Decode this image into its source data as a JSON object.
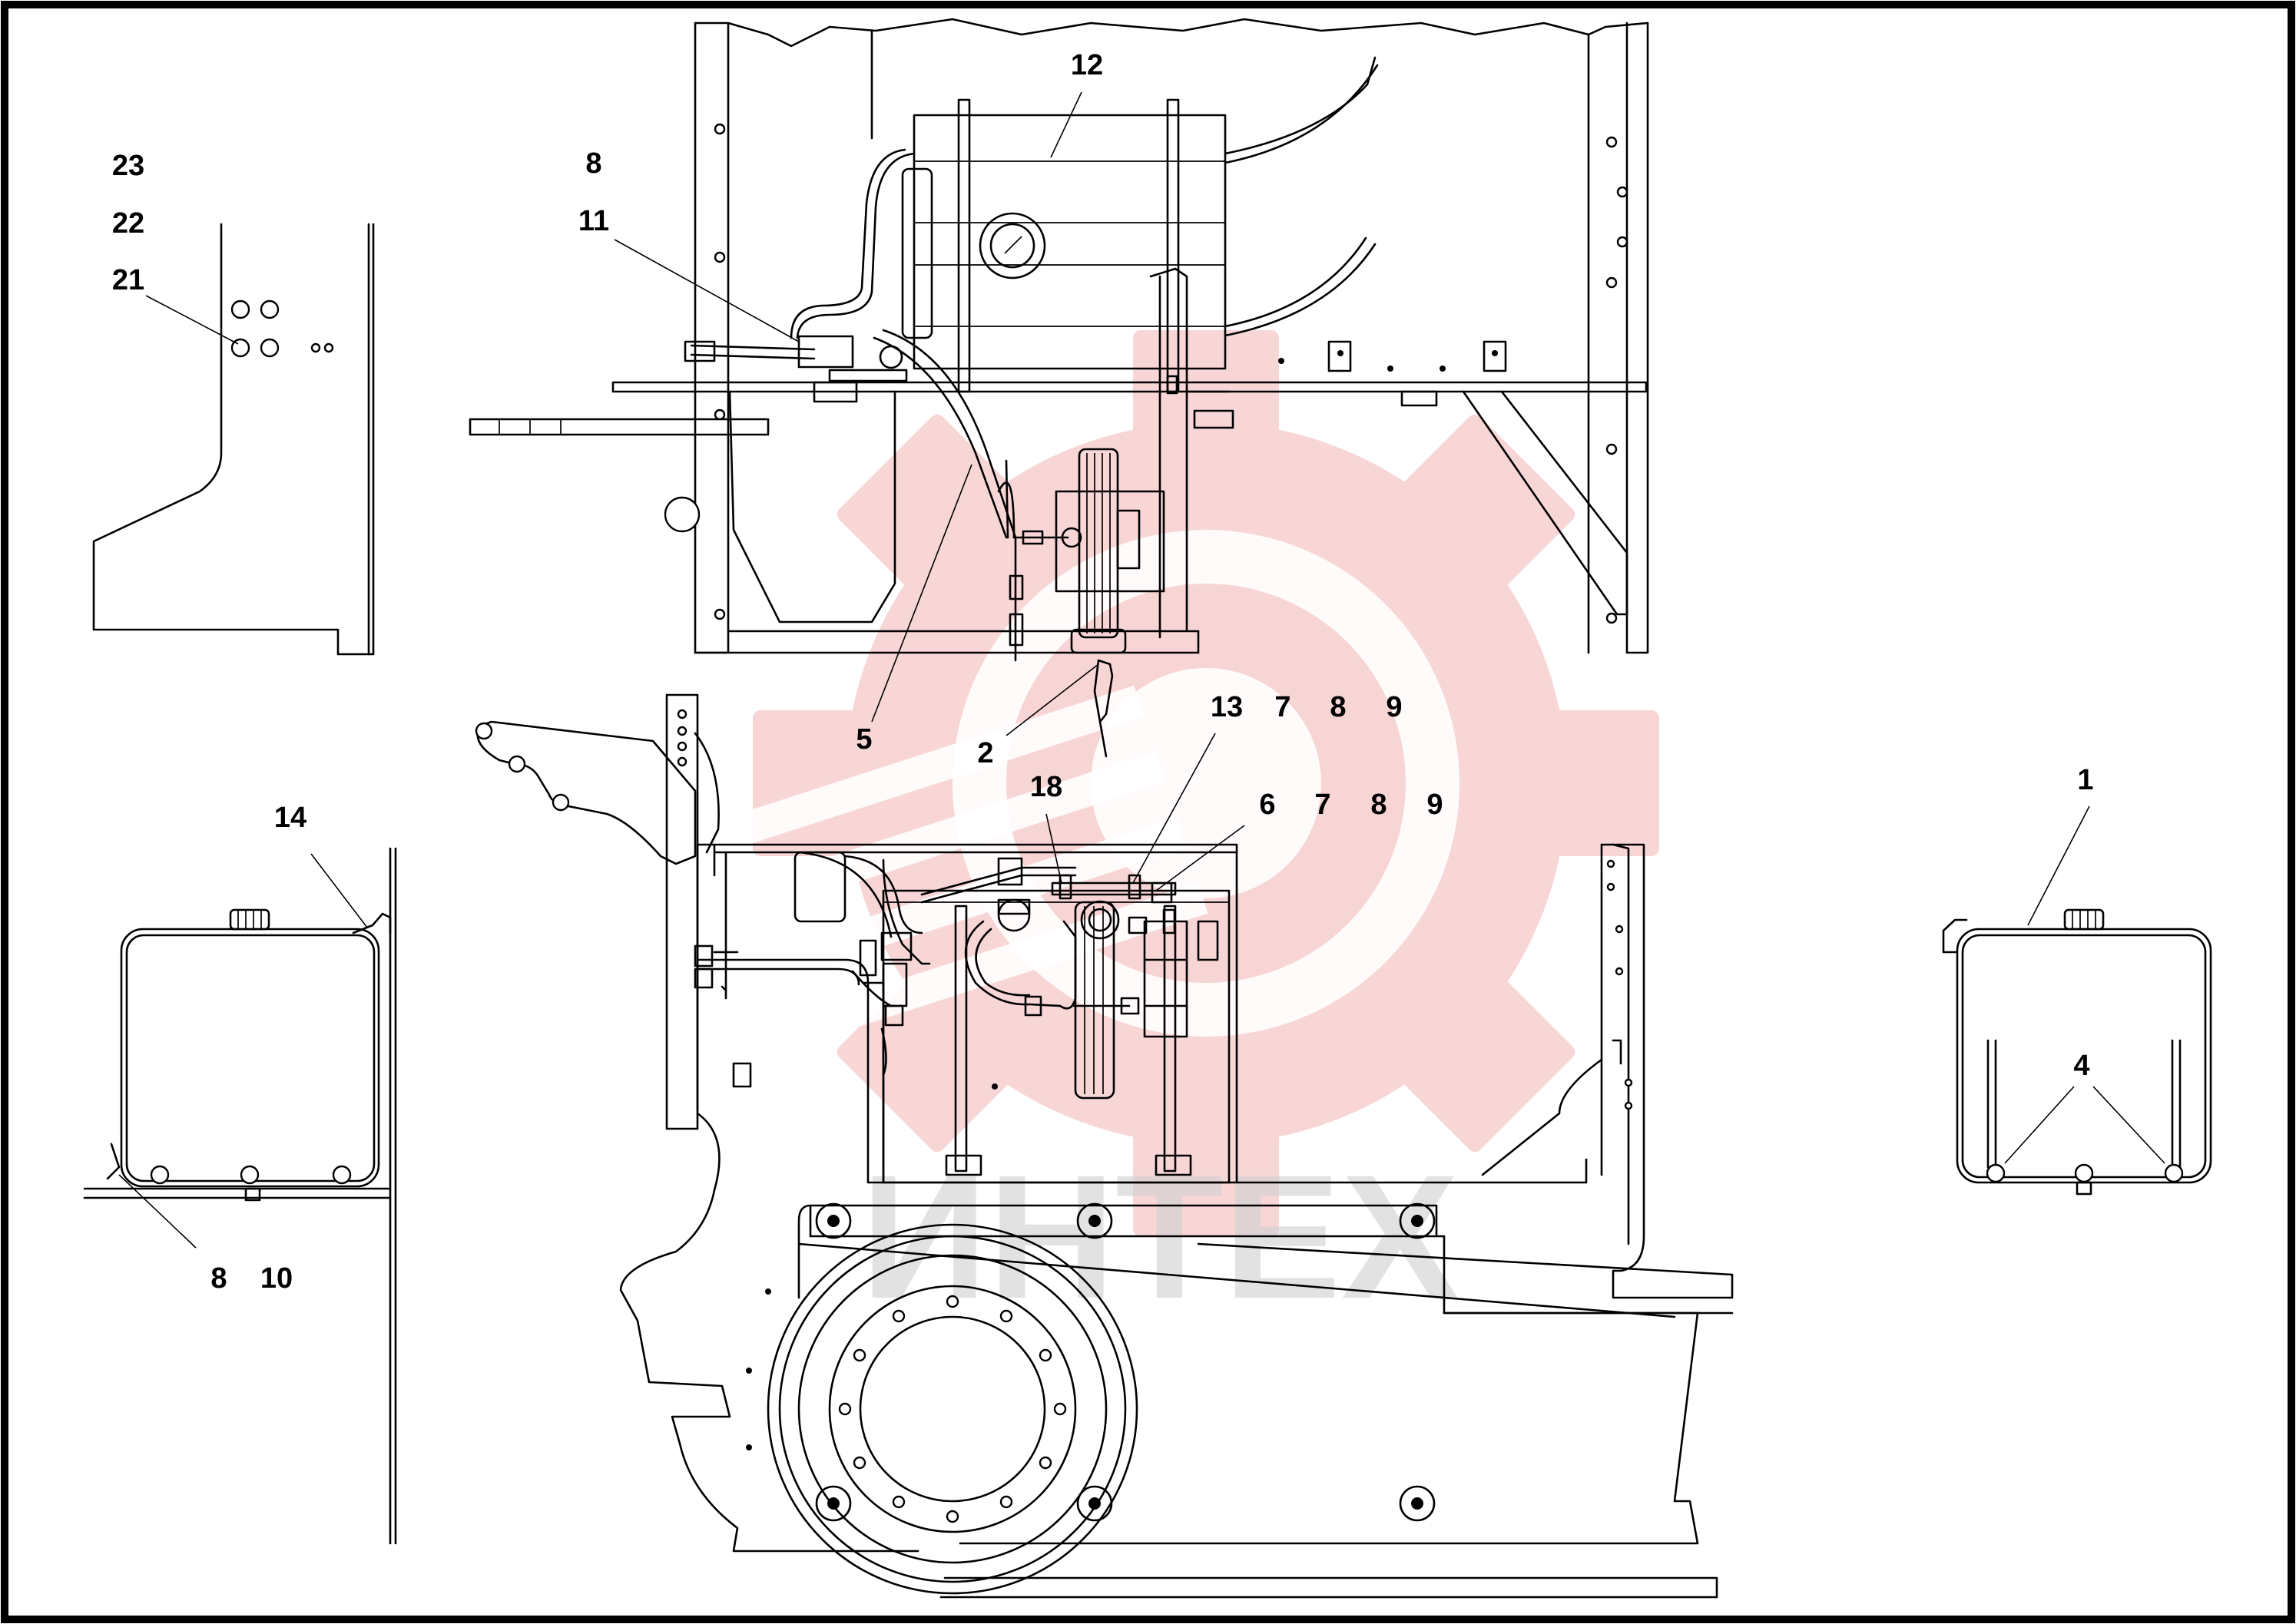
{
  "watermark": {
    "text": "ИНТЕХ",
    "color": "#f2b4b4"
  },
  "callouts": [
    "23",
    "22",
    "21",
    "8",
    "11",
    "12",
    "5",
    "2",
    "13",
    "7",
    "8",
    "9",
    "18",
    "6",
    "7",
    "8",
    "9",
    "14",
    "8",
    "10",
    "1",
    "4"
  ]
}
